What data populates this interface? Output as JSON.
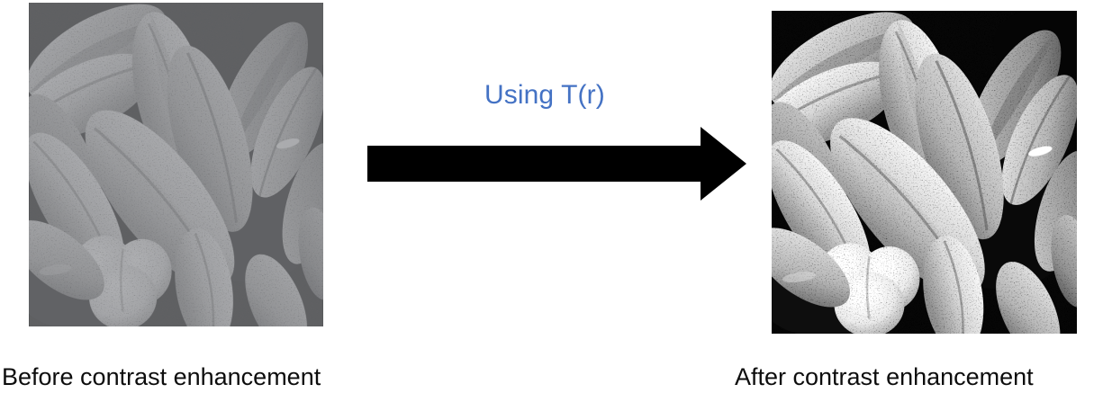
{
  "slide": {
    "arrow_label": "Using T(r)",
    "arrow_label_color": "#4472C4",
    "arrow_color": "#000000",
    "caption_color": "#0D0D0D",
    "background_color": "#FFFFFF"
  },
  "panels": [
    {
      "id": "before",
      "caption": "Before contrast enhancement",
      "subject": "pollen-grains-micrograph",
      "contrast": "low",
      "gray_range_min": 90,
      "gray_range_max": 175
    },
    {
      "id": "after",
      "caption": "After contrast enhancement",
      "subject": "pollen-grains-micrograph",
      "contrast": "full",
      "gray_range_min": 0,
      "gray_range_max": 255
    }
  ],
  "icons": {
    "arrow": "right-block-arrow-icon"
  }
}
